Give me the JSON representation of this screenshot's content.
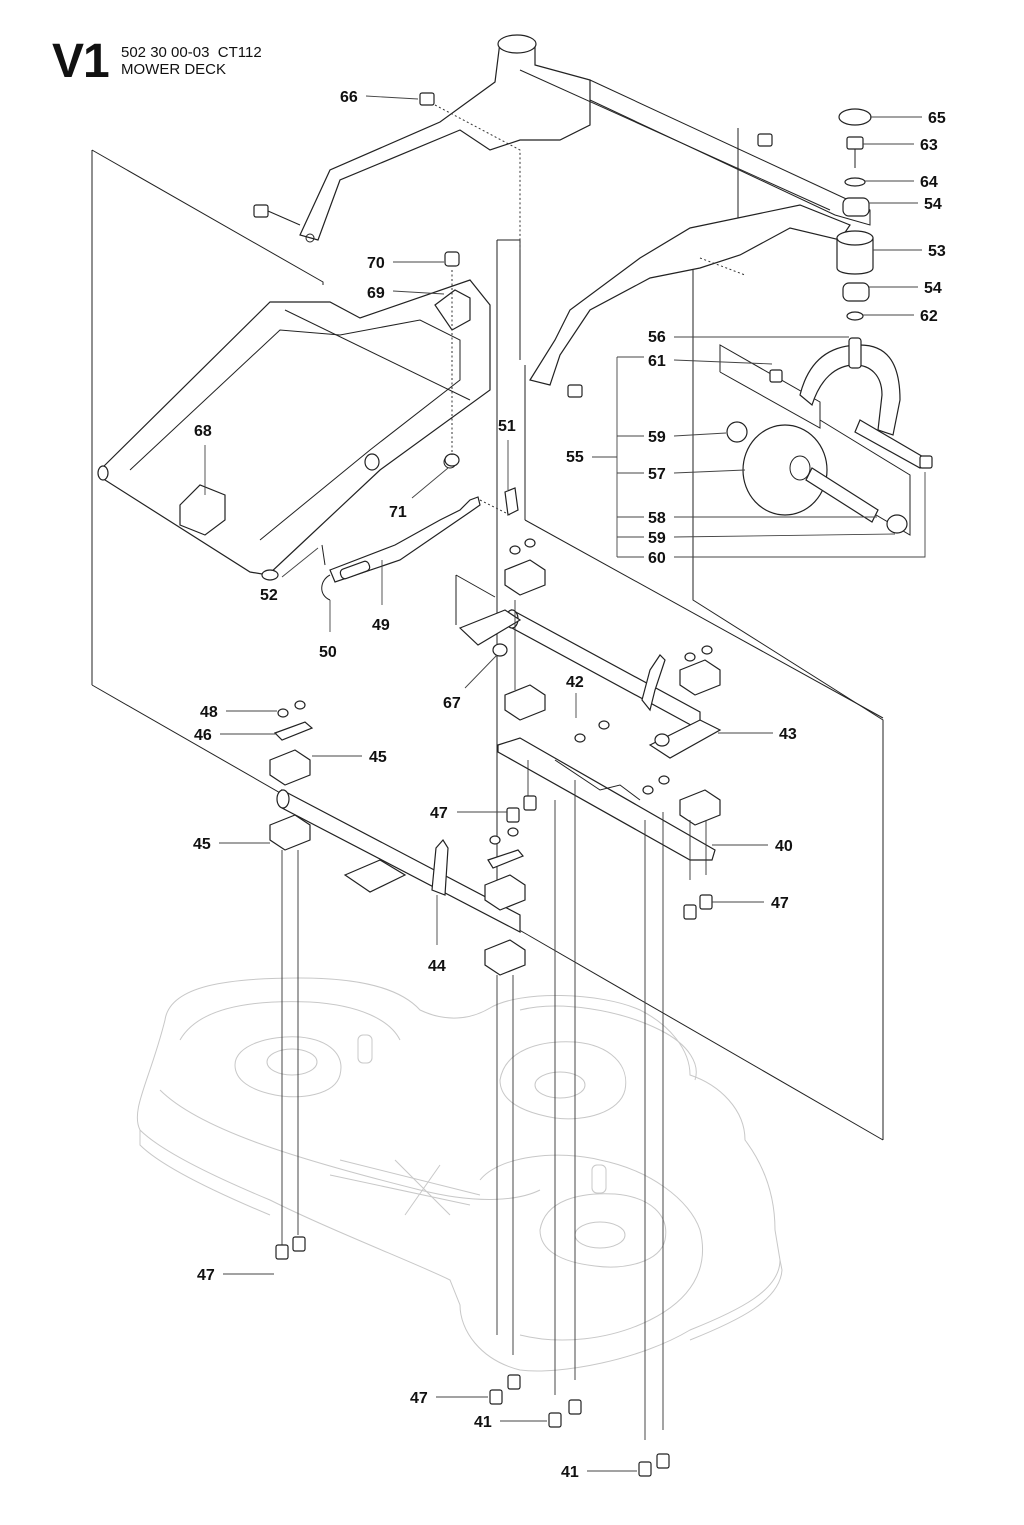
{
  "header": {
    "sheet_code": "V1",
    "part_number": "502 30 00-03",
    "model": "CT112",
    "title": "MOWER DECK"
  },
  "callouts": [
    {
      "label": "66"
    },
    {
      "label": "65"
    },
    {
      "label": "63"
    },
    {
      "label": "64"
    },
    {
      "label": "54"
    },
    {
      "label": "53"
    },
    {
      "label": "54"
    },
    {
      "label": "62"
    },
    {
      "label": "70"
    },
    {
      "label": "69"
    },
    {
      "label": "56"
    },
    {
      "label": "61"
    },
    {
      "label": "68"
    },
    {
      "label": "51"
    },
    {
      "label": "59"
    },
    {
      "label": "55"
    },
    {
      "label": "57"
    },
    {
      "label": "71"
    },
    {
      "label": "58"
    },
    {
      "label": "59"
    },
    {
      "label": "60"
    },
    {
      "label": "52"
    },
    {
      "label": "49"
    },
    {
      "label": "50"
    },
    {
      "label": "42"
    },
    {
      "label": "67"
    },
    {
      "label": "48"
    },
    {
      "label": "43"
    },
    {
      "label": "46"
    },
    {
      "label": "45"
    },
    {
      "label": "47"
    },
    {
      "label": "45"
    },
    {
      "label": "40"
    },
    {
      "label": "47"
    },
    {
      "label": "44"
    },
    {
      "label": "47"
    },
    {
      "label": "47"
    },
    {
      "label": "41"
    },
    {
      "label": "41"
    }
  ],
  "colors": {
    "ink": "#111111",
    "ghost": "#c8c8c8",
    "paper": "#ffffff"
  }
}
